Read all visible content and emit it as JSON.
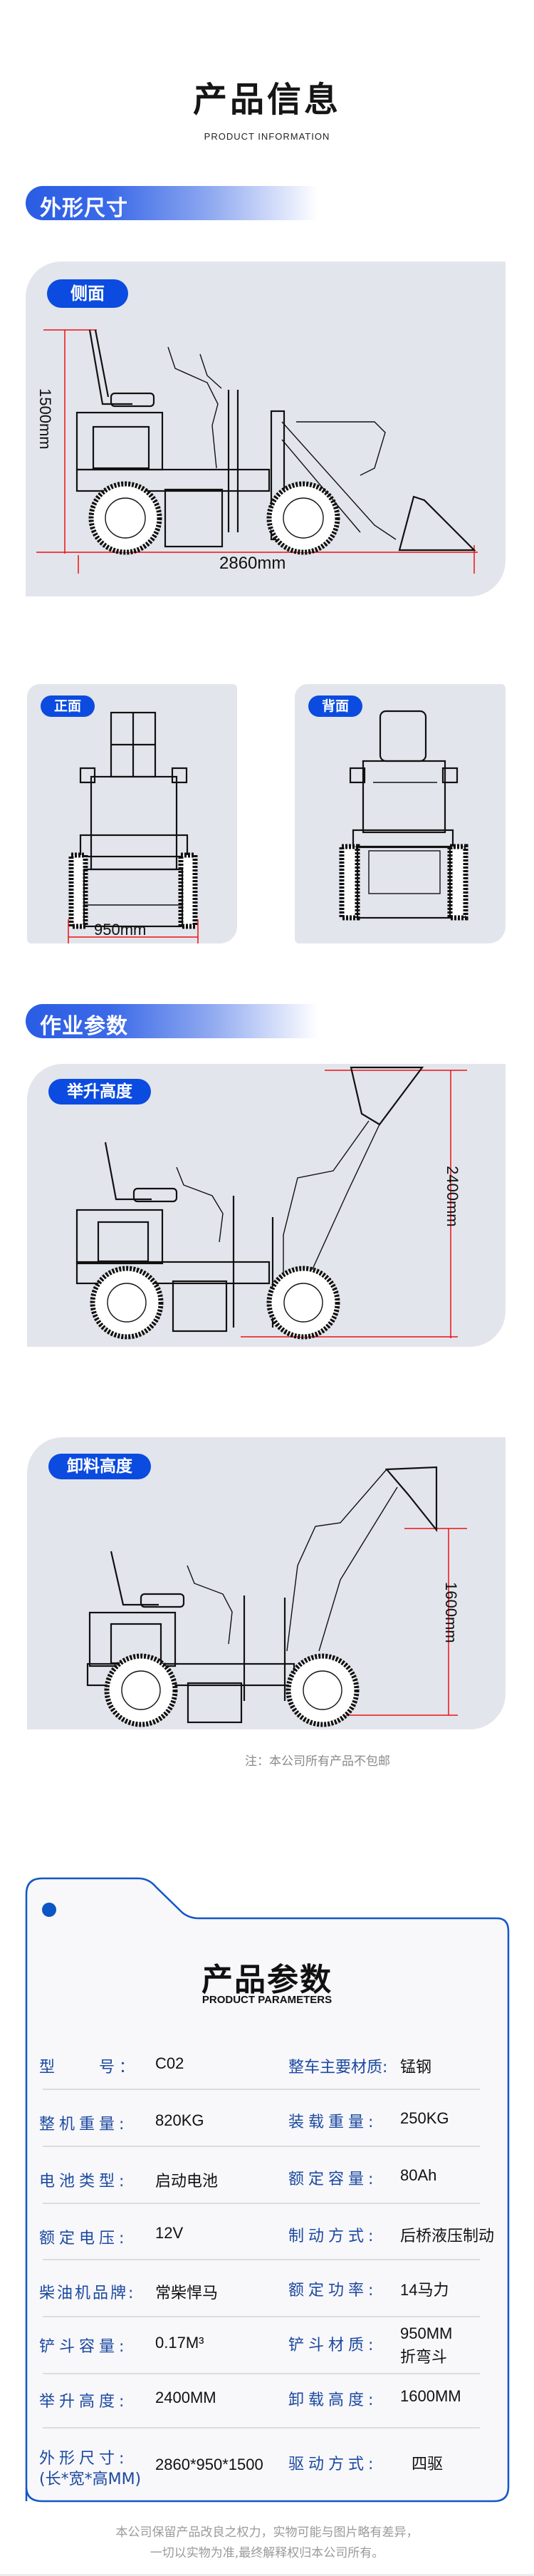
{
  "header": {
    "title": "产品信息",
    "subtitle": "PRODUCT INFORMATION"
  },
  "sections": {
    "dimensions": {
      "title": "外形尺寸",
      "side_view": {
        "label": "侧面",
        "height_dim": "1500mm",
        "length_dim": "2860mm"
      },
      "front_view": {
        "label": "正面",
        "width_dim": "950mm"
      },
      "back_view": {
        "label": "背面"
      }
    },
    "operation": {
      "title": "作业参数",
      "lift_view": {
        "label": "举升高度",
        "height_dim": "2400mm"
      },
      "dump_view": {
        "label": "卸料高度",
        "height_dim": "1600mm"
      },
      "note": "注：本公司所有产品不包邮"
    }
  },
  "params": {
    "title": "产品参数",
    "subtitle": "PRODUCT PARAMETERS",
    "rows": [
      {
        "left_label": "型　　号：",
        "left_value": "C02",
        "right_label": "整车主要材质:",
        "right_value": "锰钢"
      },
      {
        "left_label": "整机重量:",
        "left_value": "820KG",
        "right_label": "装载重量:",
        "right_value": "250KG"
      },
      {
        "left_label": "电池类型:",
        "left_value": "启动电池",
        "right_label": "额定容量:",
        "right_value": "80Ah"
      },
      {
        "left_label": "额定电压:",
        "left_value": "12V",
        "right_label": "制动方式:",
        "right_value": "后桥液压制动"
      },
      {
        "left_label": "柴油机品牌:",
        "left_value": "常柴悍马",
        "right_label": "额定功率:",
        "right_value": "14马力"
      },
      {
        "left_label": "铲斗容量:",
        "left_value": "0.17M³",
        "right_label": "铲斗材质:",
        "right_value": "950MM",
        "right_value_line2": "折弯斗"
      },
      {
        "left_label": "举升高度:",
        "left_value": "2400MM",
        "right_label": "卸载高度:",
        "right_value": "1600MM"
      },
      {
        "left_label": "外形尺寸:",
        "left_label_line2": "(长*宽*高MM)",
        "left_value": "2860*950*1500",
        "right_label": "驱动方式:",
        "right_value": "四驱"
      }
    ]
  },
  "footer": {
    "line1": "本公司保留产品改良之权力，实物可能与图片略有差异，",
    "line2": "一切以实物为准,最终解释权归本公司所有。"
  },
  "colors": {
    "accent_blue": "#0b4be0",
    "label_blue": "#1b4aa0",
    "card_bg": "#e3e5ed",
    "dimension_red": "#e11111"
  }
}
